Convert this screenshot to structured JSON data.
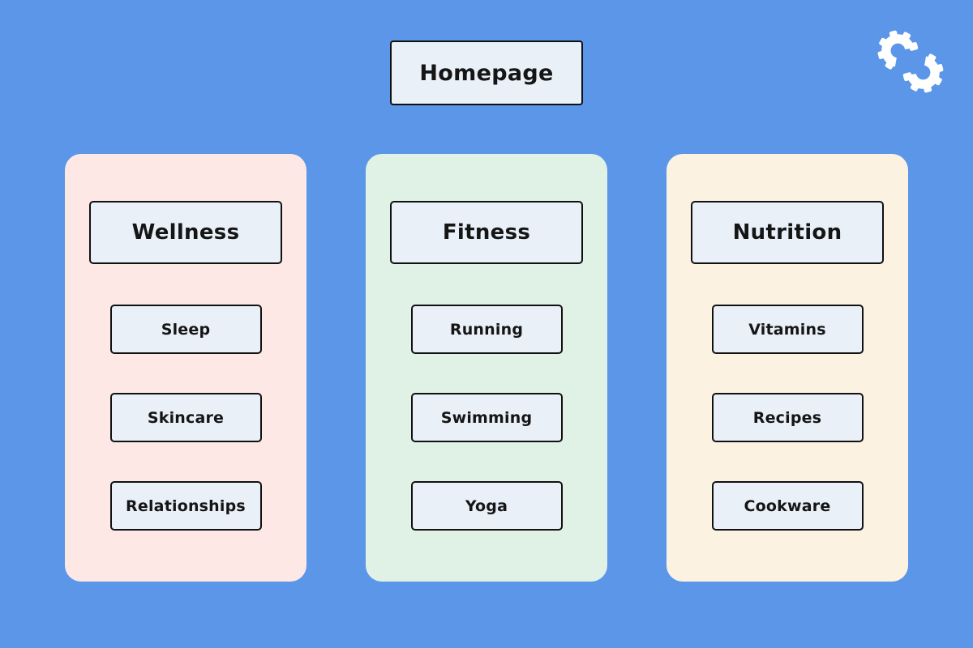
{
  "colors": {
    "background": "#5B96E8",
    "node_fill": "#E9F0F8",
    "node_border": "#111111",
    "text": "#151515",
    "logo": "#FFFFFF"
  },
  "homepage": {
    "label": "Homepage"
  },
  "logo": {
    "name": "interlocking-gears-logo"
  },
  "columns": [
    {
      "title": "Wellness",
      "color": "#FDE8E6",
      "items": [
        "Sleep",
        "Skincare",
        "Relationships"
      ]
    },
    {
      "title": "Fitness",
      "color": "#DFF2E5",
      "items": [
        "Running",
        "Swimming",
        "Yoga"
      ]
    },
    {
      "title": "Nutrition",
      "color": "#FCF2E2",
      "items": [
        "Vitamins",
        "Recipes",
        "Cookware"
      ]
    }
  ]
}
